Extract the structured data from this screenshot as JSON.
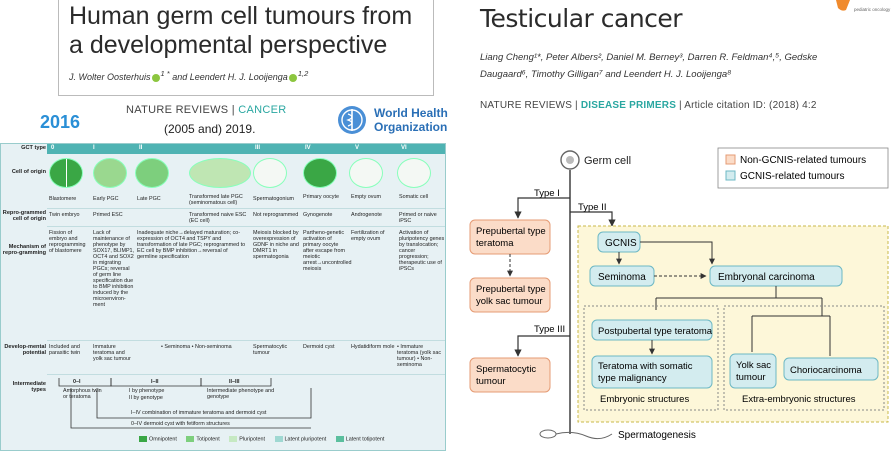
{
  "paper_left": {
    "title": "Human germ cell tumours from a developmental perspective",
    "authors_part1": "J. Wolter Oosterhuis",
    "authors_mark1": "1 *",
    "authors_part2": " and Leendert H. J. Looijenga",
    "authors_mark2": "1,2"
  },
  "paper_right": {
    "title": "Testicular cancer",
    "authors": "Liang Cheng¹*, Peter Albers², Daniel M. Berney³, Darren R. Feldman⁴,⁵, Gedske Daugaard⁶, Timothy Gilligan⁷ and Leendert H. J. Looijenga⁸",
    "journal_prefix": "NATURE REVIEWS | ",
    "journal_hl": "DISEASE PRIMERS",
    "journal_suffix": " | Article citation ID:  (2018) 4:2",
    "corner_logo_text": "pediatric oncology"
  },
  "left_header": {
    "year": "2016",
    "journal_prefix": "NATURE REVIEWS | ",
    "journal_hl": "CANCER",
    "years_note": "(2005 and) 2019.",
    "who_line1": "World Health",
    "who_line2": "Organization"
  },
  "gct_table": {
    "row_labels": {
      "type": "GCT type",
      "origin": "Cell of origin",
      "reprogrammed": "Repro-grammed cell of origin",
      "mechanism": "Mechanism of repro-gramming",
      "potential": "Develop-mental potential",
      "intermediate": "Intermediate types"
    },
    "columns": [
      {
        "type": "0",
        "origin": "Blastomere",
        "reprogrammed": "Twin embryo",
        "mechanism": "Fission of embryo and reprogramming of blastomere",
        "potential": "Included and parasitic twin"
      },
      {
        "type": "I",
        "origin": "Early PGC",
        "reprogrammed": "Primed ESC",
        "mechanism": "Lack of maintenance of phenotype by SOX17, BLIMP1, OCT4 and SOX2 in migrating PGCs; reversal of germ line specification due to BMP inhibition induced by the microenviron-ment",
        "potential": "Immature teratoma and yolk sac tumour"
      },
      {
        "type": "II",
        "origin": "Late PGC",
        "reprogrammed": "",
        "mechanism": "Inadequate niche→delayed maturation; co-expression of OCT4 and TSPY and transformation of late PGC; reprogrammed to EC cell by BMP inhibition→reversal of germline specification",
        "potential": "• Seminoma  • Non-seminoma"
      },
      {
        "type": "",
        "origin": "Transformed late PGC (seminomatous cell)",
        "reprogrammed": "Transformed naive ESC (EC cell)",
        "mechanism": "",
        "potential": ""
      },
      {
        "type": "III",
        "origin": "Spermatogonium",
        "reprogrammed": "Not reprogrammed",
        "mechanism": "Meiosis blocked by overexpression of GDNF in niche and DMRT1 in spermatogonia",
        "potential": "Spermatocytic tumour"
      },
      {
        "type": "IV",
        "origin": "Primary oocyte",
        "reprogrammed": "Gynogenote",
        "mechanism": "Partheno-genetic activation of primary oocyte after escape from meiotic arrest→uncontrolled meiosis",
        "potential": "Dermoid cyst"
      },
      {
        "type": "V",
        "origin": "Empty ovum",
        "reprogrammed": "Androgenote",
        "mechanism": "Fertilization of empty ovum",
        "potential": "Hydatidiform mole"
      },
      {
        "type": "VI",
        "origin": "Somatic cell",
        "reprogrammed": "Primed or naive iPSC",
        "mechanism": "Activation of pluripotency genes by translocation; cancer progression; therapeutic use of iPSCs",
        "potential": "• Immature teratoma (yolk sac tumour) • Non-seminoma"
      }
    ],
    "intermediate": {
      "l01": "0–I",
      "l01_text": "Amorphous twin or teratoma",
      "l12": "I–II",
      "l12_text1": "I by phenotype",
      "l12_text2": "II by genotype",
      "l23": "II–III",
      "l23_text": "Intermediate phenotype and genotype",
      "l14": "I–IV combination of immature teratoma and dermoid cyst",
      "l04": "0–IV dermoid cyst with fetiform structures"
    },
    "legend": [
      "Omnipotent",
      "Totipotent",
      "Pluripotent",
      "Latent pluripotent",
      "Latent totipotent"
    ],
    "colors": {
      "header": "#4fb3b3",
      "omnipotent": "#3aa745",
      "totipotent": "#7dcf7d",
      "pluripotent": "#c6e9c2",
      "latent_pluripotent": "#9fd8d2",
      "latent_totipotent": "#5bbf9e"
    }
  },
  "diagram": {
    "germ_cell": "Germ cell",
    "legend_non": "Non-GCNIS-related tumours",
    "legend_gcnis": "GCNIS-related tumours",
    "type1": "Type I",
    "type2": "Type II",
    "type3": "Type III",
    "prepub_teratoma": "Prepubertal type teratoma",
    "prepub_yolk": "Prepubertal type yolk sac tumour",
    "gcnis": "GCNIS",
    "seminoma": "Seminoma",
    "embryonal": "Embryonal carcinoma",
    "postpub_teratoma": "Postpubertal type teratoma",
    "teratoma_somatic": "Teratoma with somatic type malignancy",
    "yolk_sac": "Yolk sac tumour",
    "chorio": "Choriocarcinoma",
    "embryonic_structures": "Embryonic structures",
    "extra_structures": "Extra-embryonic structures",
    "spermatocytic": "Spermatocytic tumour",
    "spermatogenesis": "Spermatogenesis",
    "colors": {
      "non_gcnis": "#fbdcc8",
      "non_gcnis_border": "#e59b74",
      "gcnis": "#d3ecef",
      "gcnis_border": "#6db8c4",
      "region": "#fdf7d9"
    }
  }
}
